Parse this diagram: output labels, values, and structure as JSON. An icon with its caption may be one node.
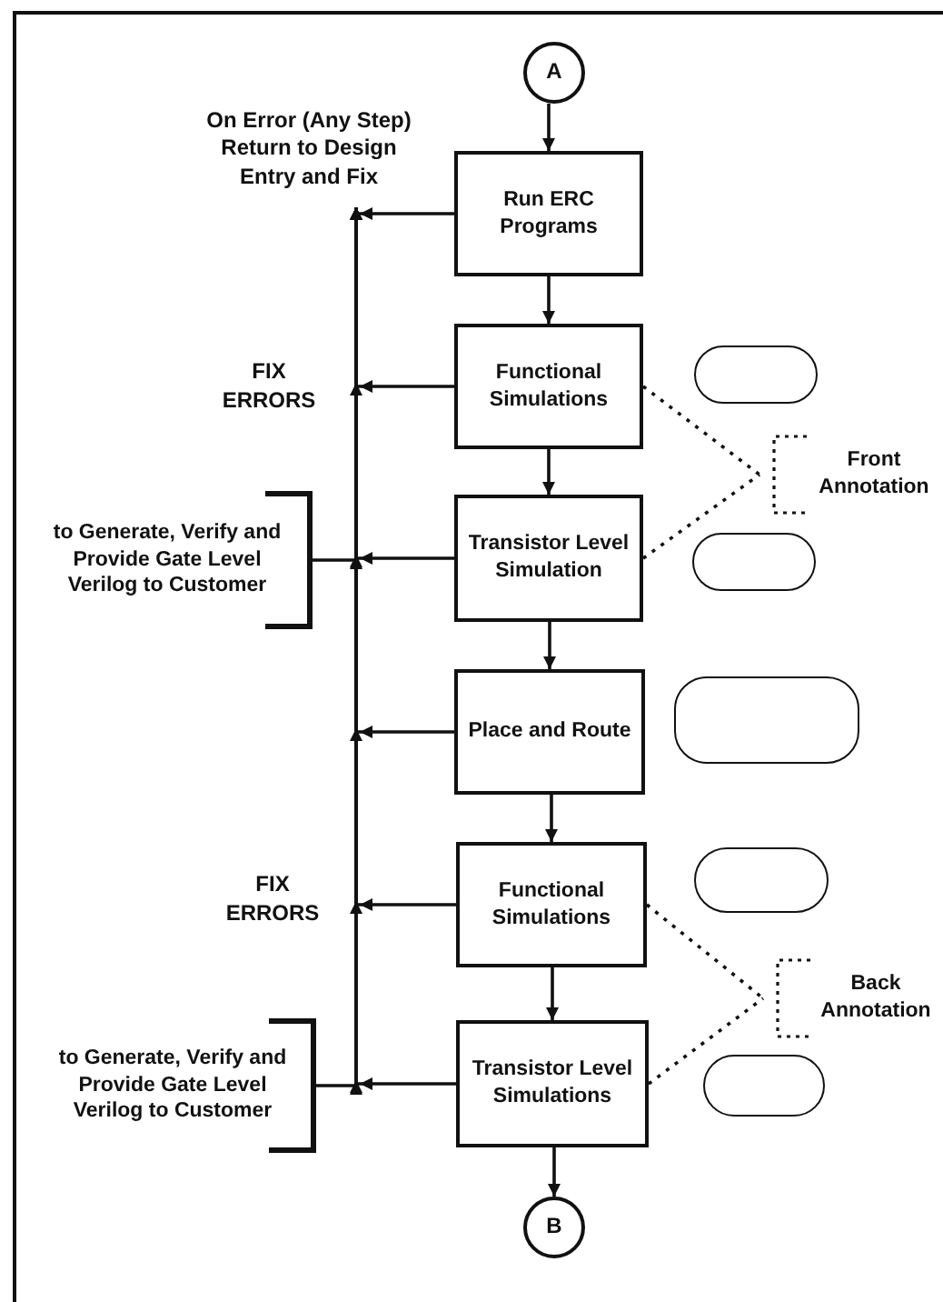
{
  "diagram": {
    "nodes": [
      {
        "text": [
          "A"
        ]
      },
      {
        "text": [
          "Run ERC Programs"
        ]
      },
      {
        "text": [
          "Functional Simulations"
        ]
      },
      {
        "text": [
          "Transistor Level Simulation"
        ]
      },
      {
        "text": [
          "Place and Route"
        ]
      },
      {
        "text": [
          "Functional Simulations"
        ]
      },
      {
        "text": [
          "Transistor Level Simulations"
        ]
      },
      {
        "text": [
          "B"
        ]
      },
      {
        "text": [
          "On Error (Any Step) Return to Design Entry and Fix"
        ]
      },
      {
        "text": [
          "FIX ERRORS"
        ]
      },
      {
        "text": [
          "to Generate, Verify and Provide Gate Level Verilog to Customer"
        ]
      },
      {
        "text": [
          "FIX ERRORS"
        ]
      },
      {
        "text": [
          "to Generate, Verify and Provide Gate Level Verilog to Customer"
        ]
      },
      {
        "text": [],
        "shape": "box"
      },
      {
        "text": [],
        "shape": "box"
      },
      {
        "text": [],
        "shape": "box"
      },
      {
        "text": [],
        "shape": "box"
      },
      {
        "text": [],
        "shape": "box"
      },
      {
        "text": [
          "Front Annotation"
        ]
      },
      {
        "text": [
          "Back Annotation"
        ]
      }
    ],
    "edges": [
      {
        "from": 0,
        "to": 1,
        "arrow": "to"
      },
      {
        "from": 1,
        "to": 2,
        "arrow": "to"
      },
      {
        "from": 2,
        "to": 3,
        "arrow": "to"
      },
      {
        "from": 3,
        "to": 4,
        "arrow": "to"
      },
      {
        "from": 4,
        "to": 5,
        "arrow": "to"
      },
      {
        "from": 5,
        "to": 6,
        "arrow": "to"
      },
      {
        "from": 6,
        "to": 7,
        "arrow": "to"
      },
      {
        "from": 1,
        "to": 8,
        "arrow": "to"
      },
      {
        "from": 2,
        "to": 8,
        "arrow": "to"
      },
      {
        "from": 3,
        "to": 8,
        "arrow": "to"
      },
      {
        "from": 4,
        "to": 8,
        "arrow": "to"
      },
      {
        "from": 5,
        "to": 8,
        "arrow": "to"
      },
      {
        "from": 6,
        "to": 8,
        "arrow": "to"
      },
      {
        "from": 10,
        "to": 8,
        "arrow": "to"
      },
      {
        "from": 12,
        "to": 8,
        "arrow": "to"
      },
      {
        "from": 2,
        "to": 18,
        "arrow": "none",
        "style": "dashed"
      },
      {
        "from": 3,
        "to": 18,
        "arrow": "none",
        "style": "dashed"
      },
      {
        "from": 5,
        "to": 19,
        "arrow": "none",
        "style": "dashed"
      },
      {
        "from": 6,
        "to": 19,
        "arrow": "none",
        "style": "dashed"
      }
    ]
  }
}
